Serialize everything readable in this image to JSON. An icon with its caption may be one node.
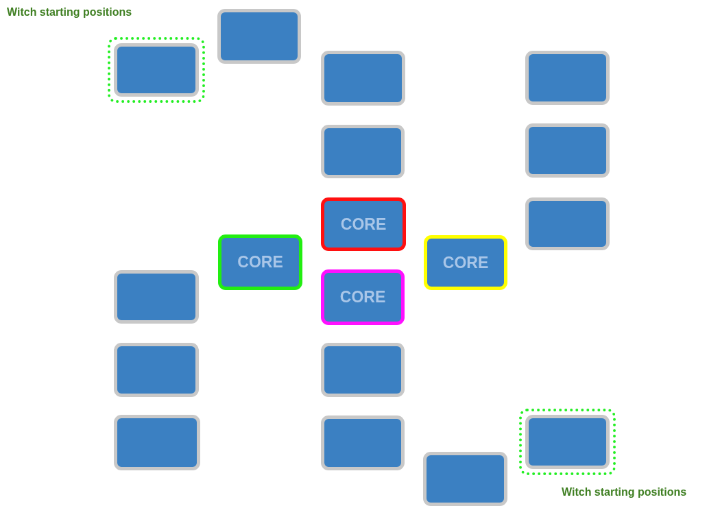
{
  "diagram": {
    "nodes": [
      {
        "text": [],
        "shape": "box"
      },
      {
        "text": [],
        "shape": "box"
      },
      {
        "text": [],
        "shape": "box"
      },
      {
        "text": [],
        "shape": "box"
      },
      {
        "text": [],
        "shape": "box"
      },
      {
        "text": [],
        "shape": "box"
      },
      {
        "text": [
          "CORE"
        ]
      },
      {
        "text": [],
        "shape": "box"
      },
      {
        "text": [
          "CORE"
        ]
      },
      {
        "text": [
          "CORE"
        ]
      },
      {
        "text": [],
        "shape": "box"
      },
      {
        "text": [
          "CORE"
        ]
      },
      {
        "text": [],
        "shape": "box"
      },
      {
        "text": [],
        "shape": "box"
      },
      {
        "text": [],
        "shape": "box"
      },
      {
        "text": [],
        "shape": "box"
      },
      {
        "text": [],
        "shape": "box"
      },
      {
        "text": [],
        "shape": "box"
      }
    ],
    "labels": [
      "Witch starting positions",
      "Witch starting positions"
    ]
  }
}
